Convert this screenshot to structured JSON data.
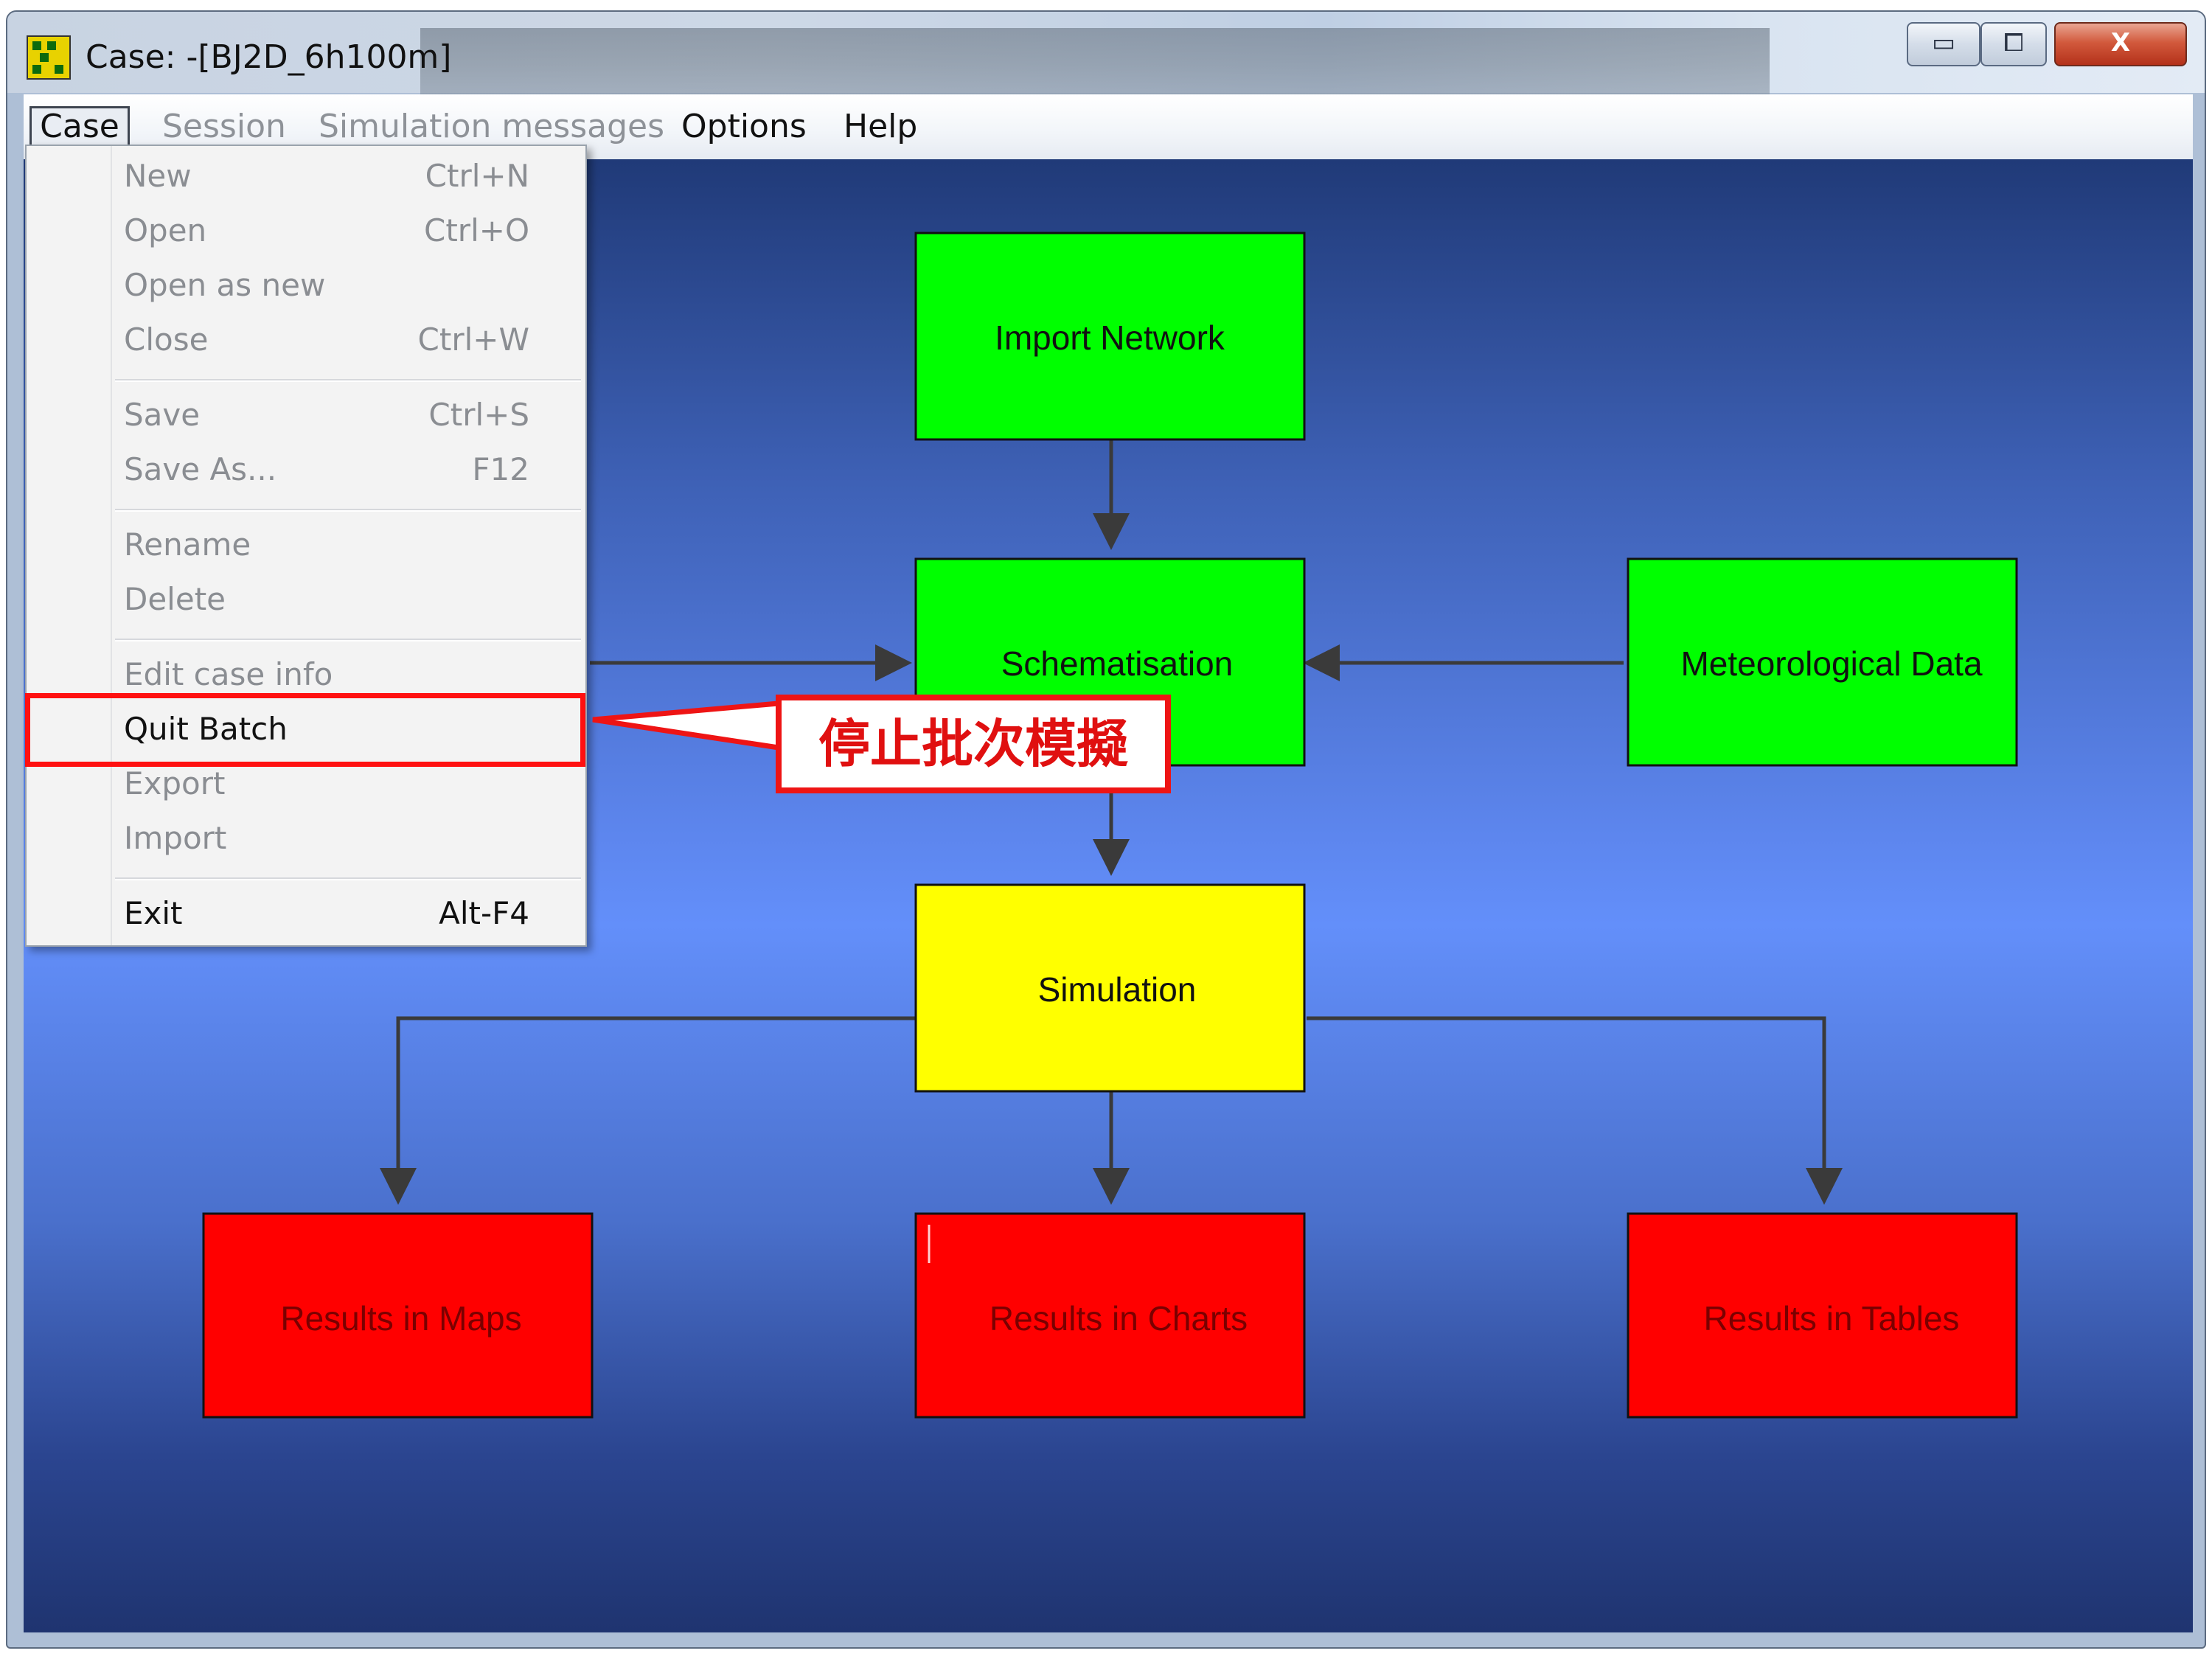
{
  "window": {
    "title": "Case: -[BJ2D_6h100m]",
    "controls": {
      "minimize": "▭",
      "maximize": "⧠",
      "close": "X"
    }
  },
  "menubar": {
    "items": [
      {
        "id": "case",
        "label": "Case"
      },
      {
        "id": "session",
        "label": "Session"
      },
      {
        "id": "simulation_messages",
        "label": "Simulation messages"
      },
      {
        "id": "options",
        "label": "Options"
      },
      {
        "id": "help",
        "label": "Help"
      }
    ]
  },
  "case_menu": {
    "items": [
      {
        "label": "New",
        "shortcut": "Ctrl+N"
      },
      {
        "label": "Open",
        "shortcut": "Ctrl+O"
      },
      {
        "label": "Open as new",
        "shortcut": ""
      },
      {
        "label": "Close",
        "shortcut": "Ctrl+W"
      },
      {
        "label": "Save",
        "shortcut": "Ctrl+S"
      },
      {
        "label": "Save As...",
        "shortcut": "F12"
      },
      {
        "label": "Rename",
        "shortcut": ""
      },
      {
        "label": "Delete",
        "shortcut": ""
      },
      {
        "label": "Edit case info",
        "shortcut": ""
      },
      {
        "label": "Quit Batch",
        "shortcut": ""
      },
      {
        "label": "Export",
        "shortcut": ""
      },
      {
        "label": "Import",
        "shortcut": ""
      },
      {
        "label": "Exit",
        "shortcut": "Alt-F4"
      }
    ]
  },
  "workflow": {
    "nodes": {
      "import_network": "Import Network",
      "schematisation": "Schematisation",
      "meteorological_data": "Meteorological Data",
      "simulation": "Simulation",
      "results_maps": "Results in Maps",
      "results_charts": "Results in Charts",
      "results_tables": "Results in Tables"
    }
  },
  "annotation": {
    "callout_text": "停止批次模擬"
  },
  "colors": {
    "node_done": "#00ff00",
    "node_ready": "#ffff00",
    "node_pending": "#ff0000",
    "arrow": "#3a3a3a",
    "highlight": "#ff1010"
  }
}
